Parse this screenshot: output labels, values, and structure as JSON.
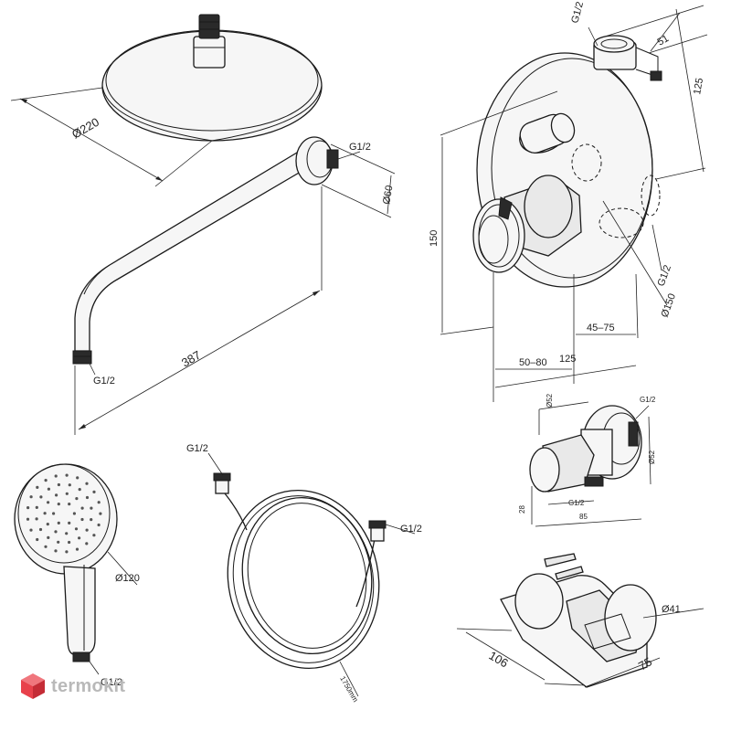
{
  "colors": {
    "line": "#1a1a1a",
    "fill": "#e9e9e9",
    "logo_red": "#e8414b",
    "logo_grey": "#b9b9b9"
  },
  "logo": {
    "text": "termokit",
    "icon": "cube-logo-icon"
  },
  "overhead_shower": {
    "diameter": "Ø220"
  },
  "shower_arm": {
    "thread_top": "G1/2",
    "flange": "Ø60",
    "length": "387",
    "thread_bottom": "G1/2"
  },
  "mixer": {
    "thread_top": "G1/2",
    "dim_top_width": "51",
    "dim_height_right": "125",
    "dim_height_left": "150",
    "thread_right": "G1/2",
    "plate_diameter": "Ø150",
    "dim_50_80": "50–80",
    "dim_125": "125",
    "dim_45_75": "45–75"
  },
  "hand_shower": {
    "diameter": "Ø120",
    "thread": "G1/2"
  },
  "hose": {
    "thread_left": "G1/2",
    "thread_right": "G1/2",
    "length": "1750mm"
  },
  "wall_outlet": {
    "dim_top": "Ø52",
    "thread_top": "G1/2",
    "dim_height": "Ø52",
    "dim_28": "28",
    "thread_bottom": "G1/2",
    "dim_width": "85"
  },
  "holder": {
    "dim_106": "106",
    "dim_75": "75",
    "diameter": "Ø41"
  }
}
